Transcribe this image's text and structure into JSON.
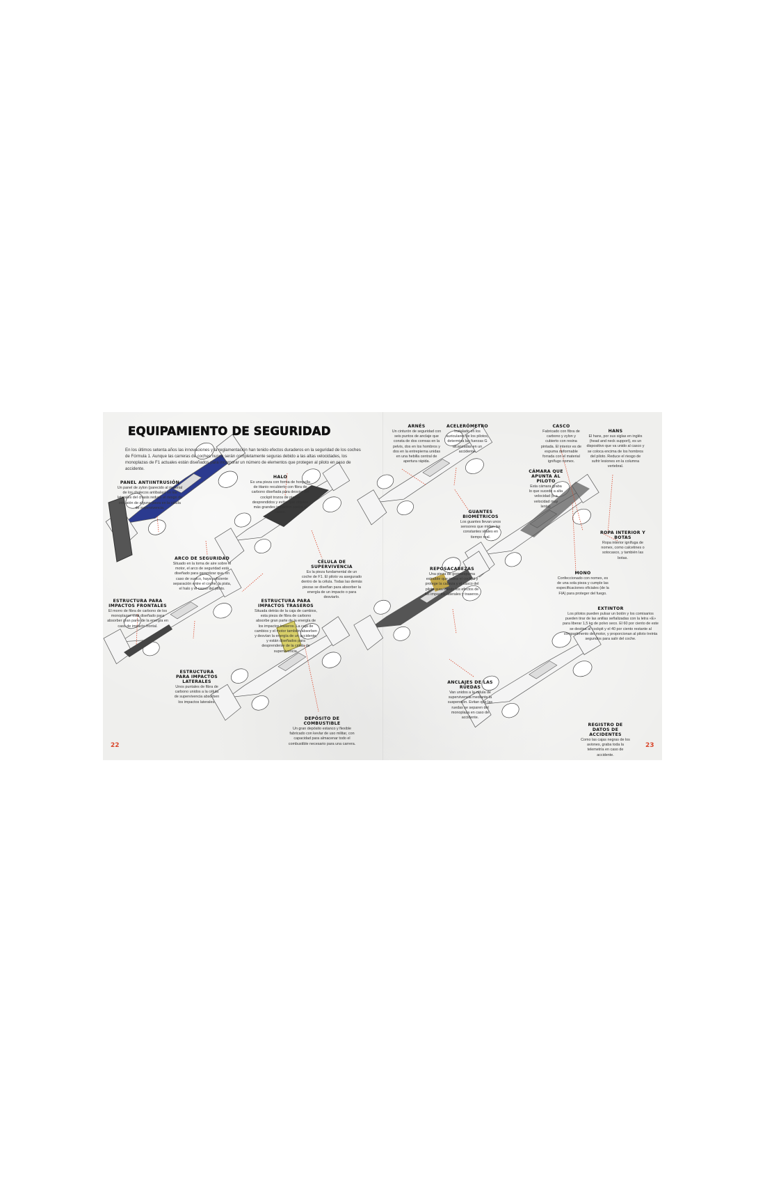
{
  "title": "EQUIPAMIENTO DE SEGURIDAD",
  "intro": "En los últimos setenta años las innovaciones y la reglamentación han tenido efectos duraderos en la seguridad de los coches de Fórmula 1. Aunque las carreras de coches nunca serán completamente seguras debido a las altas velocidades, los monoplazas de F1 actuales están diseñados para incorporar un número de elementos que protegen al piloto en caso de accidente.",
  "left_page": {
    "page_number": "22",
    "items": [
      {
        "heading": "PANEL ANTIINTRUSIÓN",
        "text": "Un panel de zylon (parecido al material de los chalecos antibalas) en los laterales del chasis reduce el riesgo de intrusión de alguna pieza en la célula de supervivencia."
      },
      {
        "heading": "HALO",
        "text": "Es una pieza con forma de horquilla de titanio recubierto con fibra de carbono diseñada para desviar del cockpit trozos de piezas desprendidos y evitar que objetos más grandes impacten contra el casco."
      },
      {
        "heading": "ARCO DE SEGURIDAD",
        "text": "Situado en la toma de aire sobre el motor, el arco de seguridad está diseñado para garantizar que, en caso de vuelco, haya suficiente separación entre el coche, la pista, el halo y el casco del piloto."
      },
      {
        "heading": "CÉLULA DE SUPERVIVENCIA",
        "text": "Es la pieza fundamental de un coche de F1. El piloto va asegurado dentro de la célula. Todas las demás piezas se diseñan para absorber la energía de un impacto o para desviarlo."
      },
      {
        "heading": "ESTRUCTURA PARA IMPACTOS FRONTALES",
        "text": "El morro de fibra de carbono de los monoplazas está diseñado para absorber gran parte de la energía en caso de impacto frontal."
      },
      {
        "heading": "ESTRUCTURA PARA IMPACTOS TRASEROS",
        "text": "Situada detrás de la caja de cambios, esta pieza de fibra de carbono absorbe gran parte de la energía de los impactos traseros. La caja de cambios y el motor también absorben y desvían la energía de un accidente, y están diseñados para desprenderse de la célula de supervivencia."
      },
      {
        "heading": "ESTRUCTURA PARA IMPACTOS LATERALES",
        "text": "Unos puntales de fibra de carbono unidos a la célula de supervivencia absorben los impactos laterales."
      },
      {
        "heading": "DEPÓSITO DE COMBUSTIBLE",
        "text": "Un gran depósito estanco y flexible fabricado con kevlar de uso militar, con capacidad para almacenar todo el combustible necesario para una carrera."
      }
    ]
  },
  "right_page": {
    "page_number": "23",
    "items": [
      {
        "heading": "ARNÉS",
        "text": "Un cinturón de seguridad con seis puntos de anclaje que consta de dos correas en la pelvis, dos en los hombros y dos en la entrepierna unidas en una hebilla central de apertura rápida."
      },
      {
        "heading": "ACELERÓMETRO",
        "text": "Instalado en los auriculares de los pilotos, determina las fuerzas G alcanzadas en un accidente."
      },
      {
        "heading": "CASCO",
        "text": "Fabricado con fibra de carbono y zylon y cubierto con resina pintada. El interior es de espuma deformable forrada con el material ignífugo nomex."
      },
      {
        "heading": "HANS",
        "text": "El hans, por sus siglas en inglés (head and neck support), es un dispositivo que va unido al casco y se coloca encima de los hombros del piloto. Reduce el riesgo de sufrir lesiones en la columna vertebral."
      },
      {
        "heading": "CÁMARA QUE APUNTA AL PILOTO",
        "text": "Esta cámara graba lo que sucede a alta velocidad (o a velocidad muy lenta)."
      },
      {
        "heading": "GUANTES BIOMÉTRICOS",
        "text": "Los guantes llevan unos sensores que miden las constantes vitales en tiempo real."
      },
      {
        "heading": "ROPA INTERIOR Y BOTAS",
        "text": "Ropa interior ignífuga de nomex, como calcetines o sotocasco, y también las botas."
      },
      {
        "heading": "REPOSACABEZAS",
        "text": "Una pieza de gomaespuma extraíble que rodea el cockpit y protege la cabeza y el casco del piloto suavizando los efectos de los impactos laterales y traseros."
      },
      {
        "heading": "MONO",
        "text": "Confeccionado con nomex, es de una sola pieza y cumple las especificaciones oficiales (de la FIA) para proteger del fuego."
      },
      {
        "heading": "EXTINTOR",
        "text": "Los pilotos pueden pulsar un botón y los comisarios pueden tirar de las anillas señalizadas con la letra «E» para liberar 1,5 kg de polvo seco. El 60 por ciento de este se destina al cockpit y el 40 por ciento restante al compartimento del motor, y proporcionan al piloto treinta segundos para salir del coche."
      },
      {
        "heading": "ANCLAJES DE LAS RUEDAS",
        "text": "Van unidos a la célula de supervivencia mediante la suspensión. Evitan que las ruedas se separen del monoplaza en caso de accidente."
      },
      {
        "heading": "REGISTRO DE DATOS DE ACCIDENTES",
        "text": "Como las cajas negras de los aviones, graba toda la telemetría en caso de accidente."
      }
    ]
  },
  "colors": {
    "accent": "#d9462b",
    "page": "#efefed",
    "redbull_blue": "#2b3a8f",
    "carbon": "#4a4a4a",
    "fuel": "#d8cf6a"
  }
}
